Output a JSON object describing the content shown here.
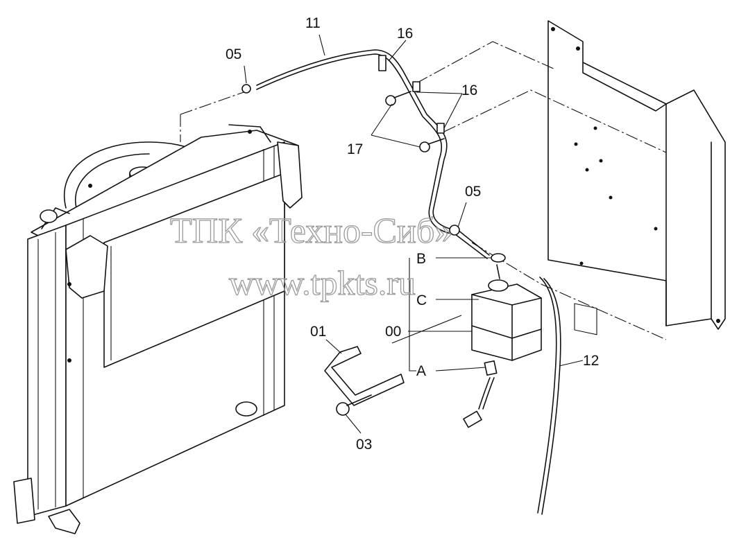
{
  "callouts": {
    "c11": "11",
    "c16a": "16",
    "c16b": "16",
    "c05a": "05",
    "c05b": "05",
    "c17": "17",
    "cB": "B",
    "cC": "C",
    "c00": "00",
    "c01": "01",
    "cA": "A",
    "c12": "12",
    "c03": "03"
  },
  "watermark": {
    "line1": "ТПК «Техно-Сиб»",
    "line2": "www.tpkts.ru",
    "color": "#9a9a9a"
  }
}
